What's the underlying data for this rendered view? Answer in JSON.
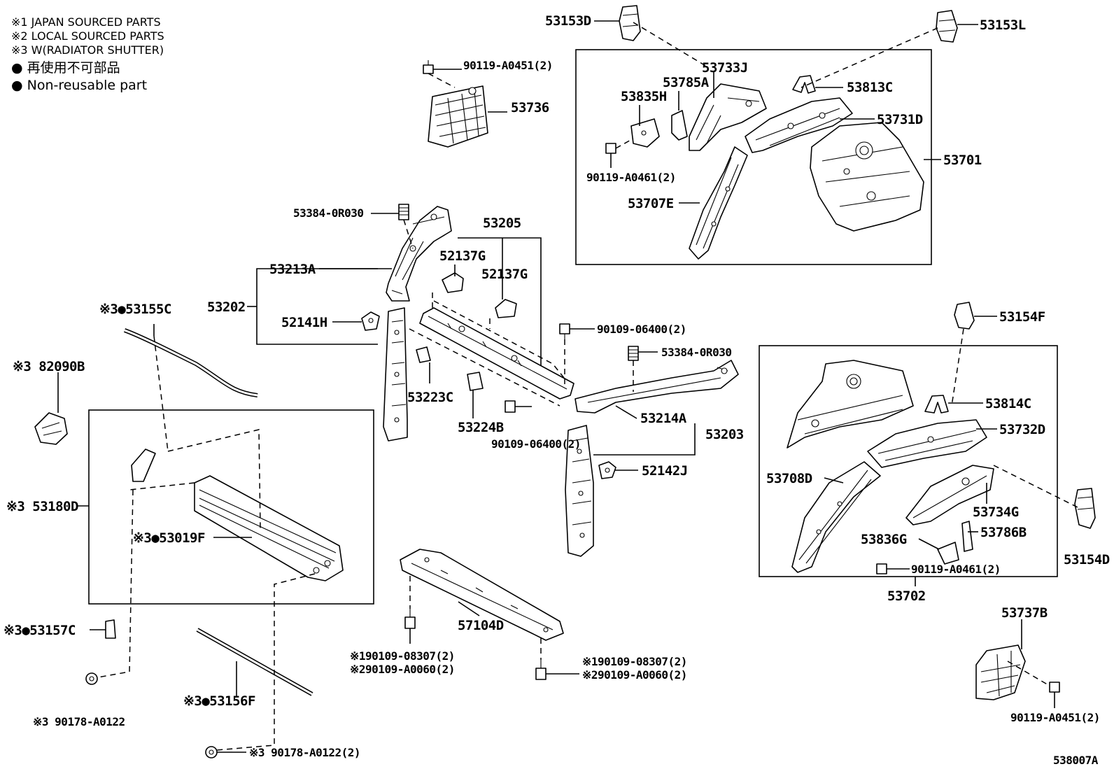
{
  "legend": {
    "line1": "※1 JAPAN SOURCED PARTS",
    "line2": "※2 LOCAL SOURCED PARTS",
    "line3": "※3 W(RADIATOR SHUTTER)",
    "line4": "● 再使用不可部品",
    "line5": "● Non-reusable part"
  },
  "illustration_id": "538007A",
  "labels": {
    "p53153D": "53153D",
    "p53153L": "53153L",
    "p90119_A0451_top": "90119-A0451(2)",
    "p53736": "53736",
    "p53733J": "53733J",
    "p53785A": "53785A",
    "p53835H": "53835H",
    "p53813C": "53813C",
    "p53731D": "53731D",
    "p53701": "53701",
    "p90119_A0461_top": "90119-A0461(2)",
    "p53707E": "53707E",
    "p53384_0R030_a": "53384-0R030",
    "p53205": "53205",
    "p52137G_a": "52137G",
    "p52137G_b": "52137G",
    "p53213A": "53213A",
    "p53202": "53202",
    "p52141H": "52141H",
    "p53155C": "※3●53155C",
    "p82090B": "※3 82090B",
    "p90109_06400_top": "90109-06400(2)",
    "p53384_0R030_b": "53384-0R030",
    "p53223C": "53223C",
    "p53224B": "53224B",
    "p90109_06400_bot": "90109-06400(2)",
    "p53214A": "53214A",
    "p53203": "53203",
    "p52142J": "52142J",
    "p53180D": "※3 53180D",
    "p53019F": "※3●53019F",
    "p53157C": "※3●53157C",
    "p57104D": "57104D",
    "p90109_08307_l": "※190109-08307(2)",
    "p90109_A0060_l": "※290109-A0060(2)",
    "p90109_08307_r": "※190109-08307(2)",
    "p90109_A0060_r": "※290109-A0060(2)",
    "p90178_A0122": "※3 90178-A0122",
    "p53156F": "※3●53156F",
    "p90178_A0122_2": "※3 90178-A0122(2)",
    "p53154F": "53154F",
    "p53814C": "53814C",
    "p53732D": "53732D",
    "p53708D": "53708D",
    "p53734G": "53734G",
    "p53836G": "53836G",
    "p53786B": "53786B",
    "p90119_A0461_bot": "90119-A0461(2)",
    "p53154D": "53154D",
    "p53702": "53702",
    "p53737B": "53737B",
    "p90119_A0451_bot": "90119-A0451(2)"
  }
}
